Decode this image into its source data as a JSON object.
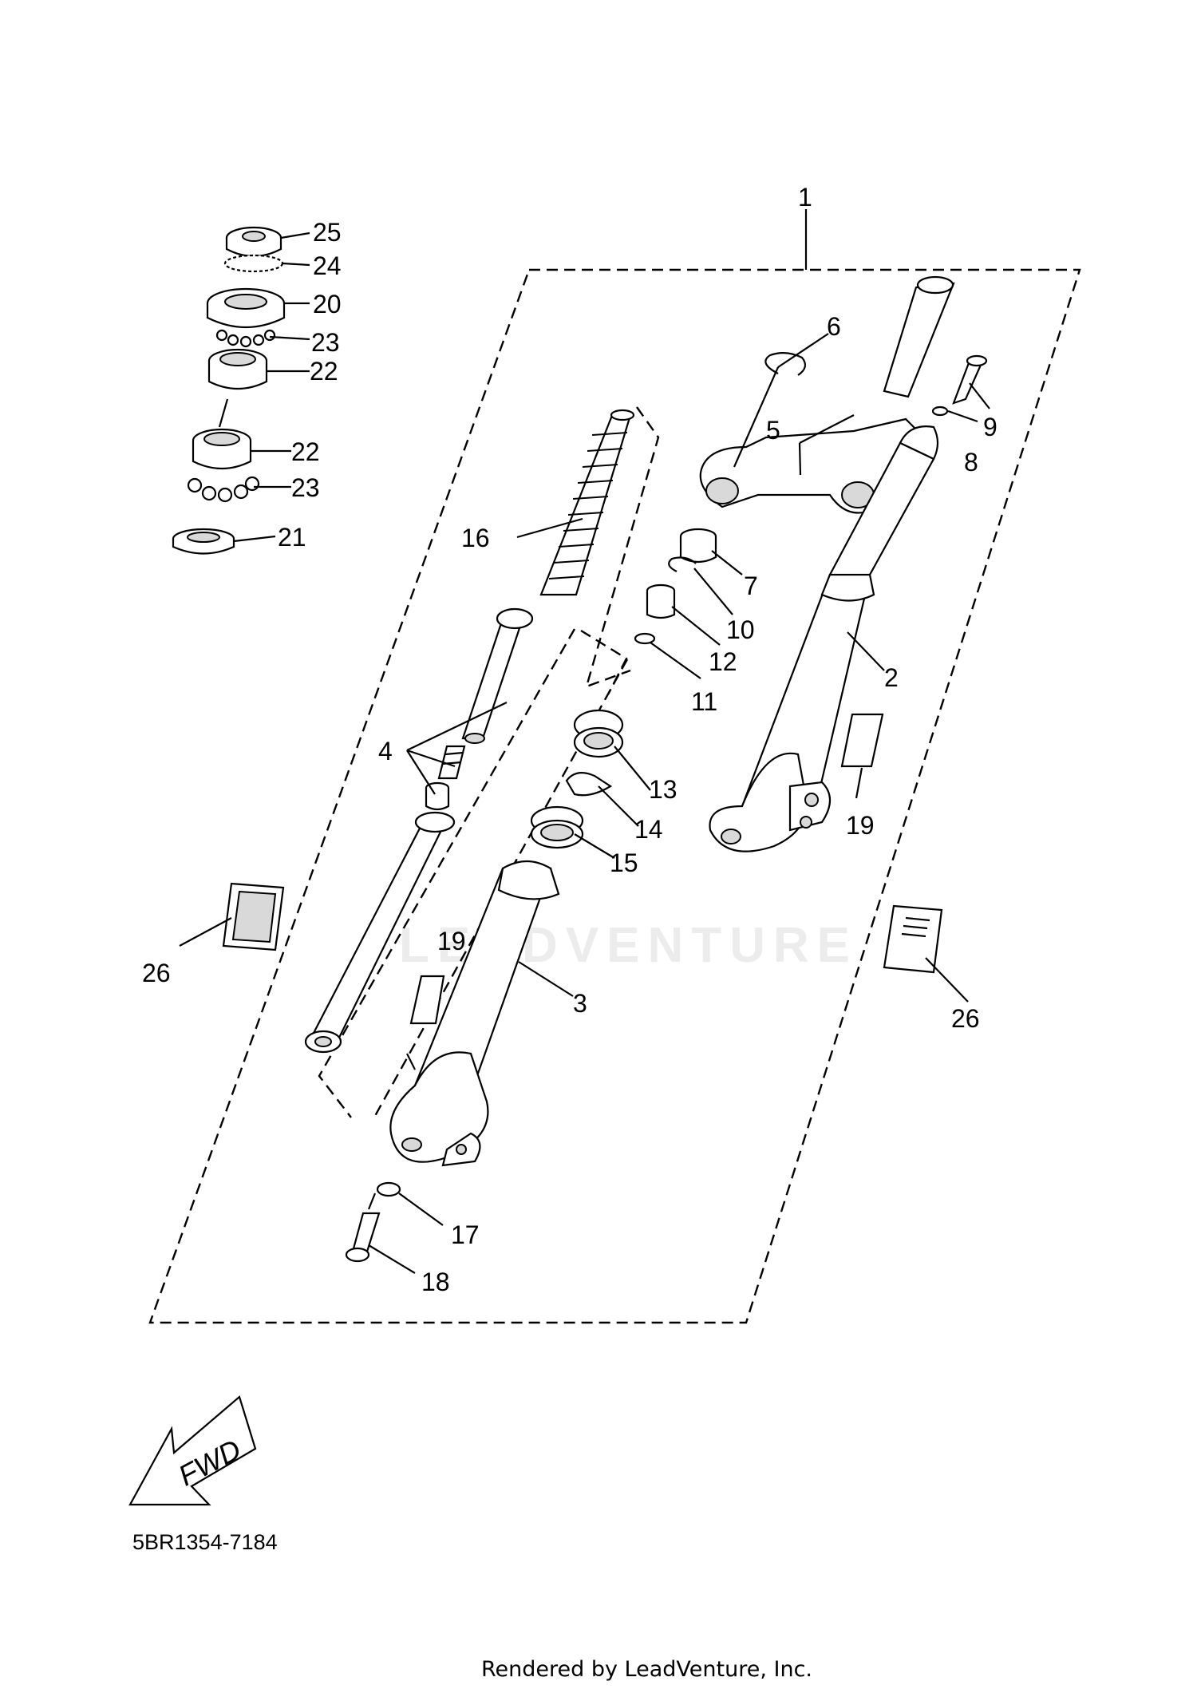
{
  "diagram_code": "5BR1354-7184",
  "rendered_by": "Rendered by LeadVenture, Inc.",
  "watermark": "LEADVENTURE",
  "fwd_label": "FWD",
  "callouts": {
    "c1": "1",
    "c2": "2",
    "c3": "3",
    "c4": "4",
    "c5": "5",
    "c6": "6",
    "c7": "7",
    "c8": "8",
    "c9": "9",
    "c10": "10",
    "c11": "11",
    "c12": "12",
    "c13": "13",
    "c14": "14",
    "c15": "15",
    "c16": "16",
    "c17": "17",
    "c18": "18",
    "c19a": "19",
    "c19b": "19",
    "c20": "20",
    "c21": "21",
    "c22a": "22",
    "c22b": "22",
    "c23a": "23",
    "c23b": "23",
    "c24": "24",
    "c25": "25",
    "c26a": "26",
    "c26b": "26"
  }
}
